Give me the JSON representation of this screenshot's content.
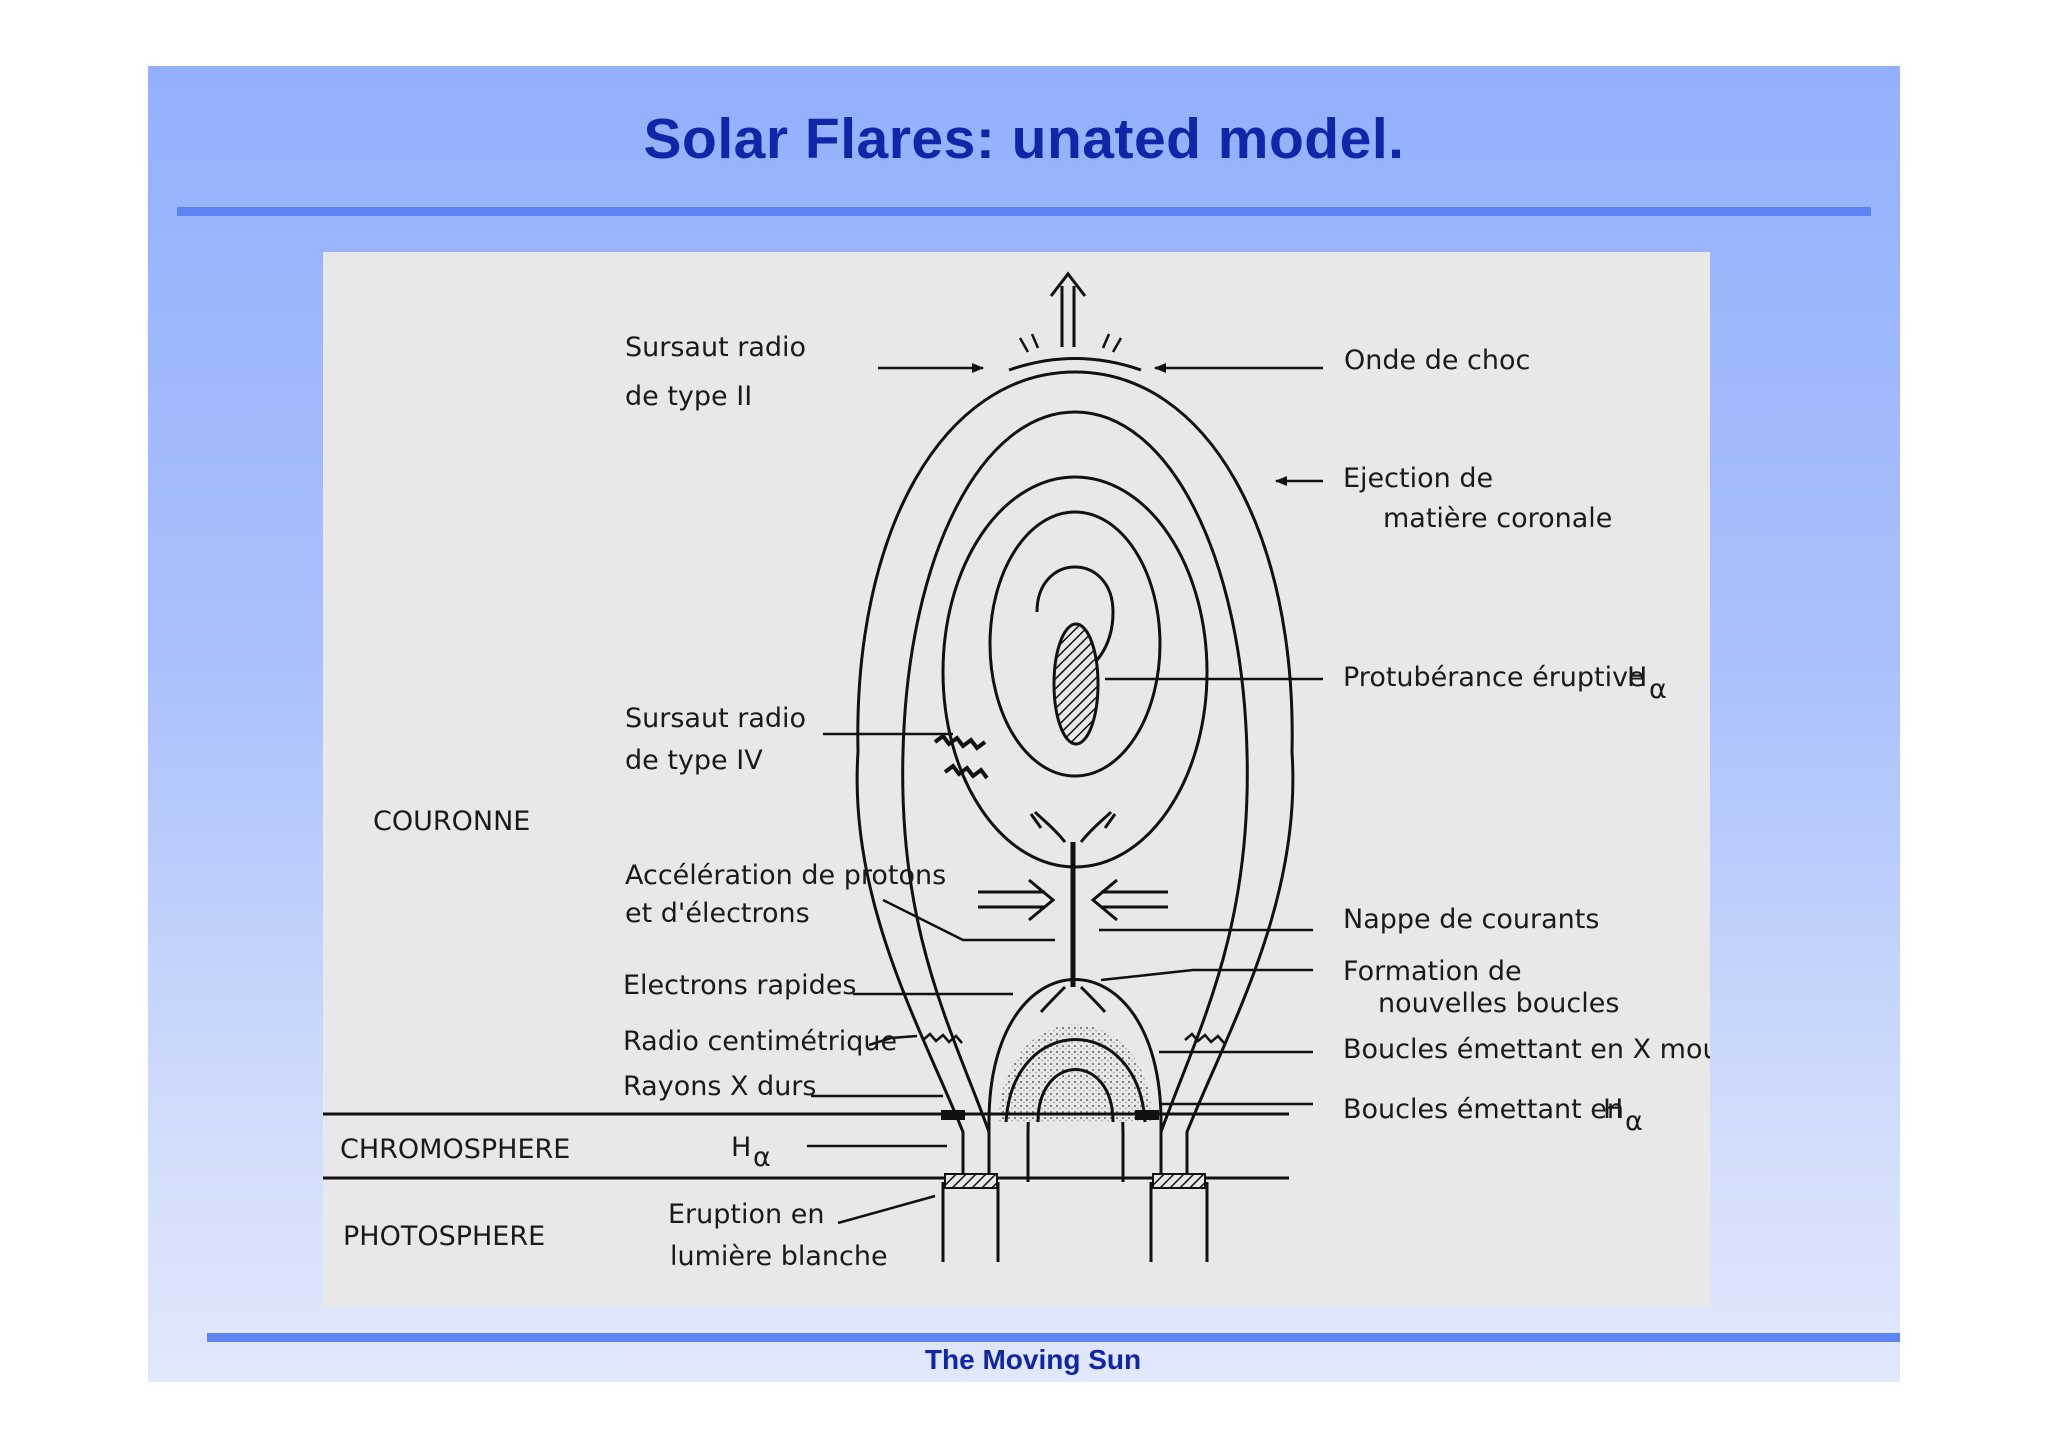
{
  "slide": {
    "title": "Solar Flares: unated model.",
    "footer": "The Moving Sun"
  },
  "diagram": {
    "labels": {
      "sursaut_ii_line1": "Sursaut radio",
      "sursaut_ii_line2": "de type II",
      "onde_de_choc": "Onde de choc",
      "ejection_line1": "Ejection de",
      "ejection_line2": "matière coronale",
      "protuberance": "Protubérance éruptive",
      "sursaut_iv_line1": "Sursaut radio",
      "sursaut_iv_line2": "de type IV",
      "couronne": "COURONNE",
      "acceleration_line1": "Accélération de protons",
      "acceleration_line2": "et d'électrons",
      "nappe": "Nappe de courants",
      "formation_line1": "Formation de",
      "formation_line2": "nouvelles boucles",
      "electrons_rapides": "Electrons rapides",
      "radio_centimetrique": "Radio centimétrique",
      "boucles_x": "Boucles émettant en X mous",
      "rayons_x": "Rayons X durs",
      "boucles_h": "Boucles émettant en",
      "chromosphere": "CHROMOSPHERE",
      "h_alpha_letter": "H",
      "alpha": "α",
      "photosphere": "PHOTOSPHERE",
      "eruption_line1": "Eruption en",
      "eruption_line2": "lumière blanche"
    },
    "colors": {
      "ink": "#111111",
      "panel": "#e8e8e8"
    }
  }
}
